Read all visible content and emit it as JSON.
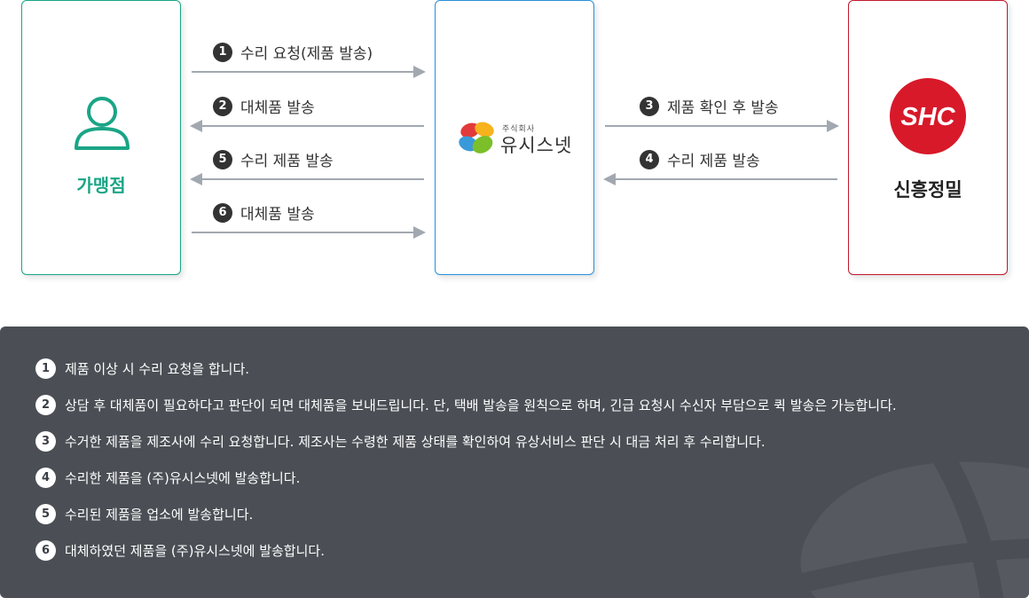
{
  "entities": {
    "left": {
      "label": "가맹점",
      "icon": "person-icon"
    },
    "middle": {
      "logo_small": "주식회사",
      "logo_text": "유시스넷",
      "icon": "usisnet-logo"
    },
    "right": {
      "label": "신흥정밀",
      "logo_text": "SHC",
      "icon": "shc-logo"
    }
  },
  "flows": [
    {
      "num": "1",
      "label": "수리 요청(제품 발송)",
      "direction": "right"
    },
    {
      "num": "2",
      "label": "대체품 발송",
      "direction": "left"
    },
    {
      "num": "5",
      "label": "수리 제품 발송",
      "direction": "left"
    },
    {
      "num": "6",
      "label": "대체품 발송",
      "direction": "right"
    },
    {
      "num": "3",
      "label": "제품 확인 후 발송",
      "direction": "right"
    },
    {
      "num": "4",
      "label": "수리 제품 발송",
      "direction": "left"
    }
  ],
  "notes": [
    {
      "num": "1",
      "text": "제품 이상 시 수리 요청을 합니다."
    },
    {
      "num": "2",
      "text": "상담 후 대체품이 필요하다고 판단이 되면 대체품을 보내드립니다. 단, 택배 발송을 원칙으로 하며, 긴급 요청시 수신자 부담으로 퀵 발송은 가능합니다."
    },
    {
      "num": "3",
      "text": "수거한 제품을 제조사에 수리 요청합니다. 제조사는 수령한 제품 상태를 확인하여 유상서비스 판단 시 대금 처리 후 수리합니다."
    },
    {
      "num": "4",
      "text": "수리한 제품을 (주)유시스넷에 발송합니다."
    },
    {
      "num": "5",
      "text": "수리된 제품을 업소에 발송합니다."
    },
    {
      "num": "6",
      "text": "대체하였던 제품을 (주)유시스넷에 발송합니다."
    }
  ],
  "colors": {
    "franchise": "#1aa586",
    "usisnet": "#2a8fd8",
    "shc": "#c0192b",
    "arrow": "#a2a8b0",
    "notes_bg": "#4b4f55"
  }
}
